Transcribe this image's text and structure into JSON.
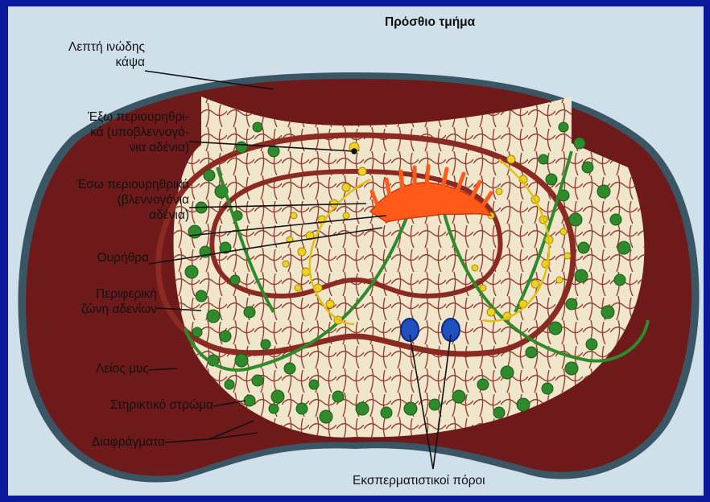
{
  "title": "Πρόσθιο τμήμα",
  "labels": {
    "capsule": "Λεπτή ινώδης\nκάψα",
    "outer_glands": "Έξω περιουρηθρι-\nκά (υποβλεννογό-\nνια αδένια)",
    "inner_glands": "Έσω περιουρηθρικά\n(βλεννογόνια\nαδένια)",
    "urethra": "Ουρήθρα",
    "peripheral_zone": "Περιφερική\nζώνη αδενίων",
    "smooth_muscle": "Λείος μυς",
    "stroma": "Στηρικτικό στρώμα",
    "septa": "Διαφράγματα",
    "ejaculatory_ducts": "Εκσπερματιστικοί πόροι"
  },
  "colors": {
    "background": "#cfe0ea",
    "frame": "#0a1a9a",
    "capsule": "#3a5563",
    "muscle": "#6e1a1a",
    "stroma": "#efe6cc",
    "septa": "#8a2a22",
    "peripheral_glands": "#2e8a2a",
    "submucosal_glands": "#f0d020",
    "urethra": "#ff5a1a",
    "ducts": "#2050c0"
  }
}
